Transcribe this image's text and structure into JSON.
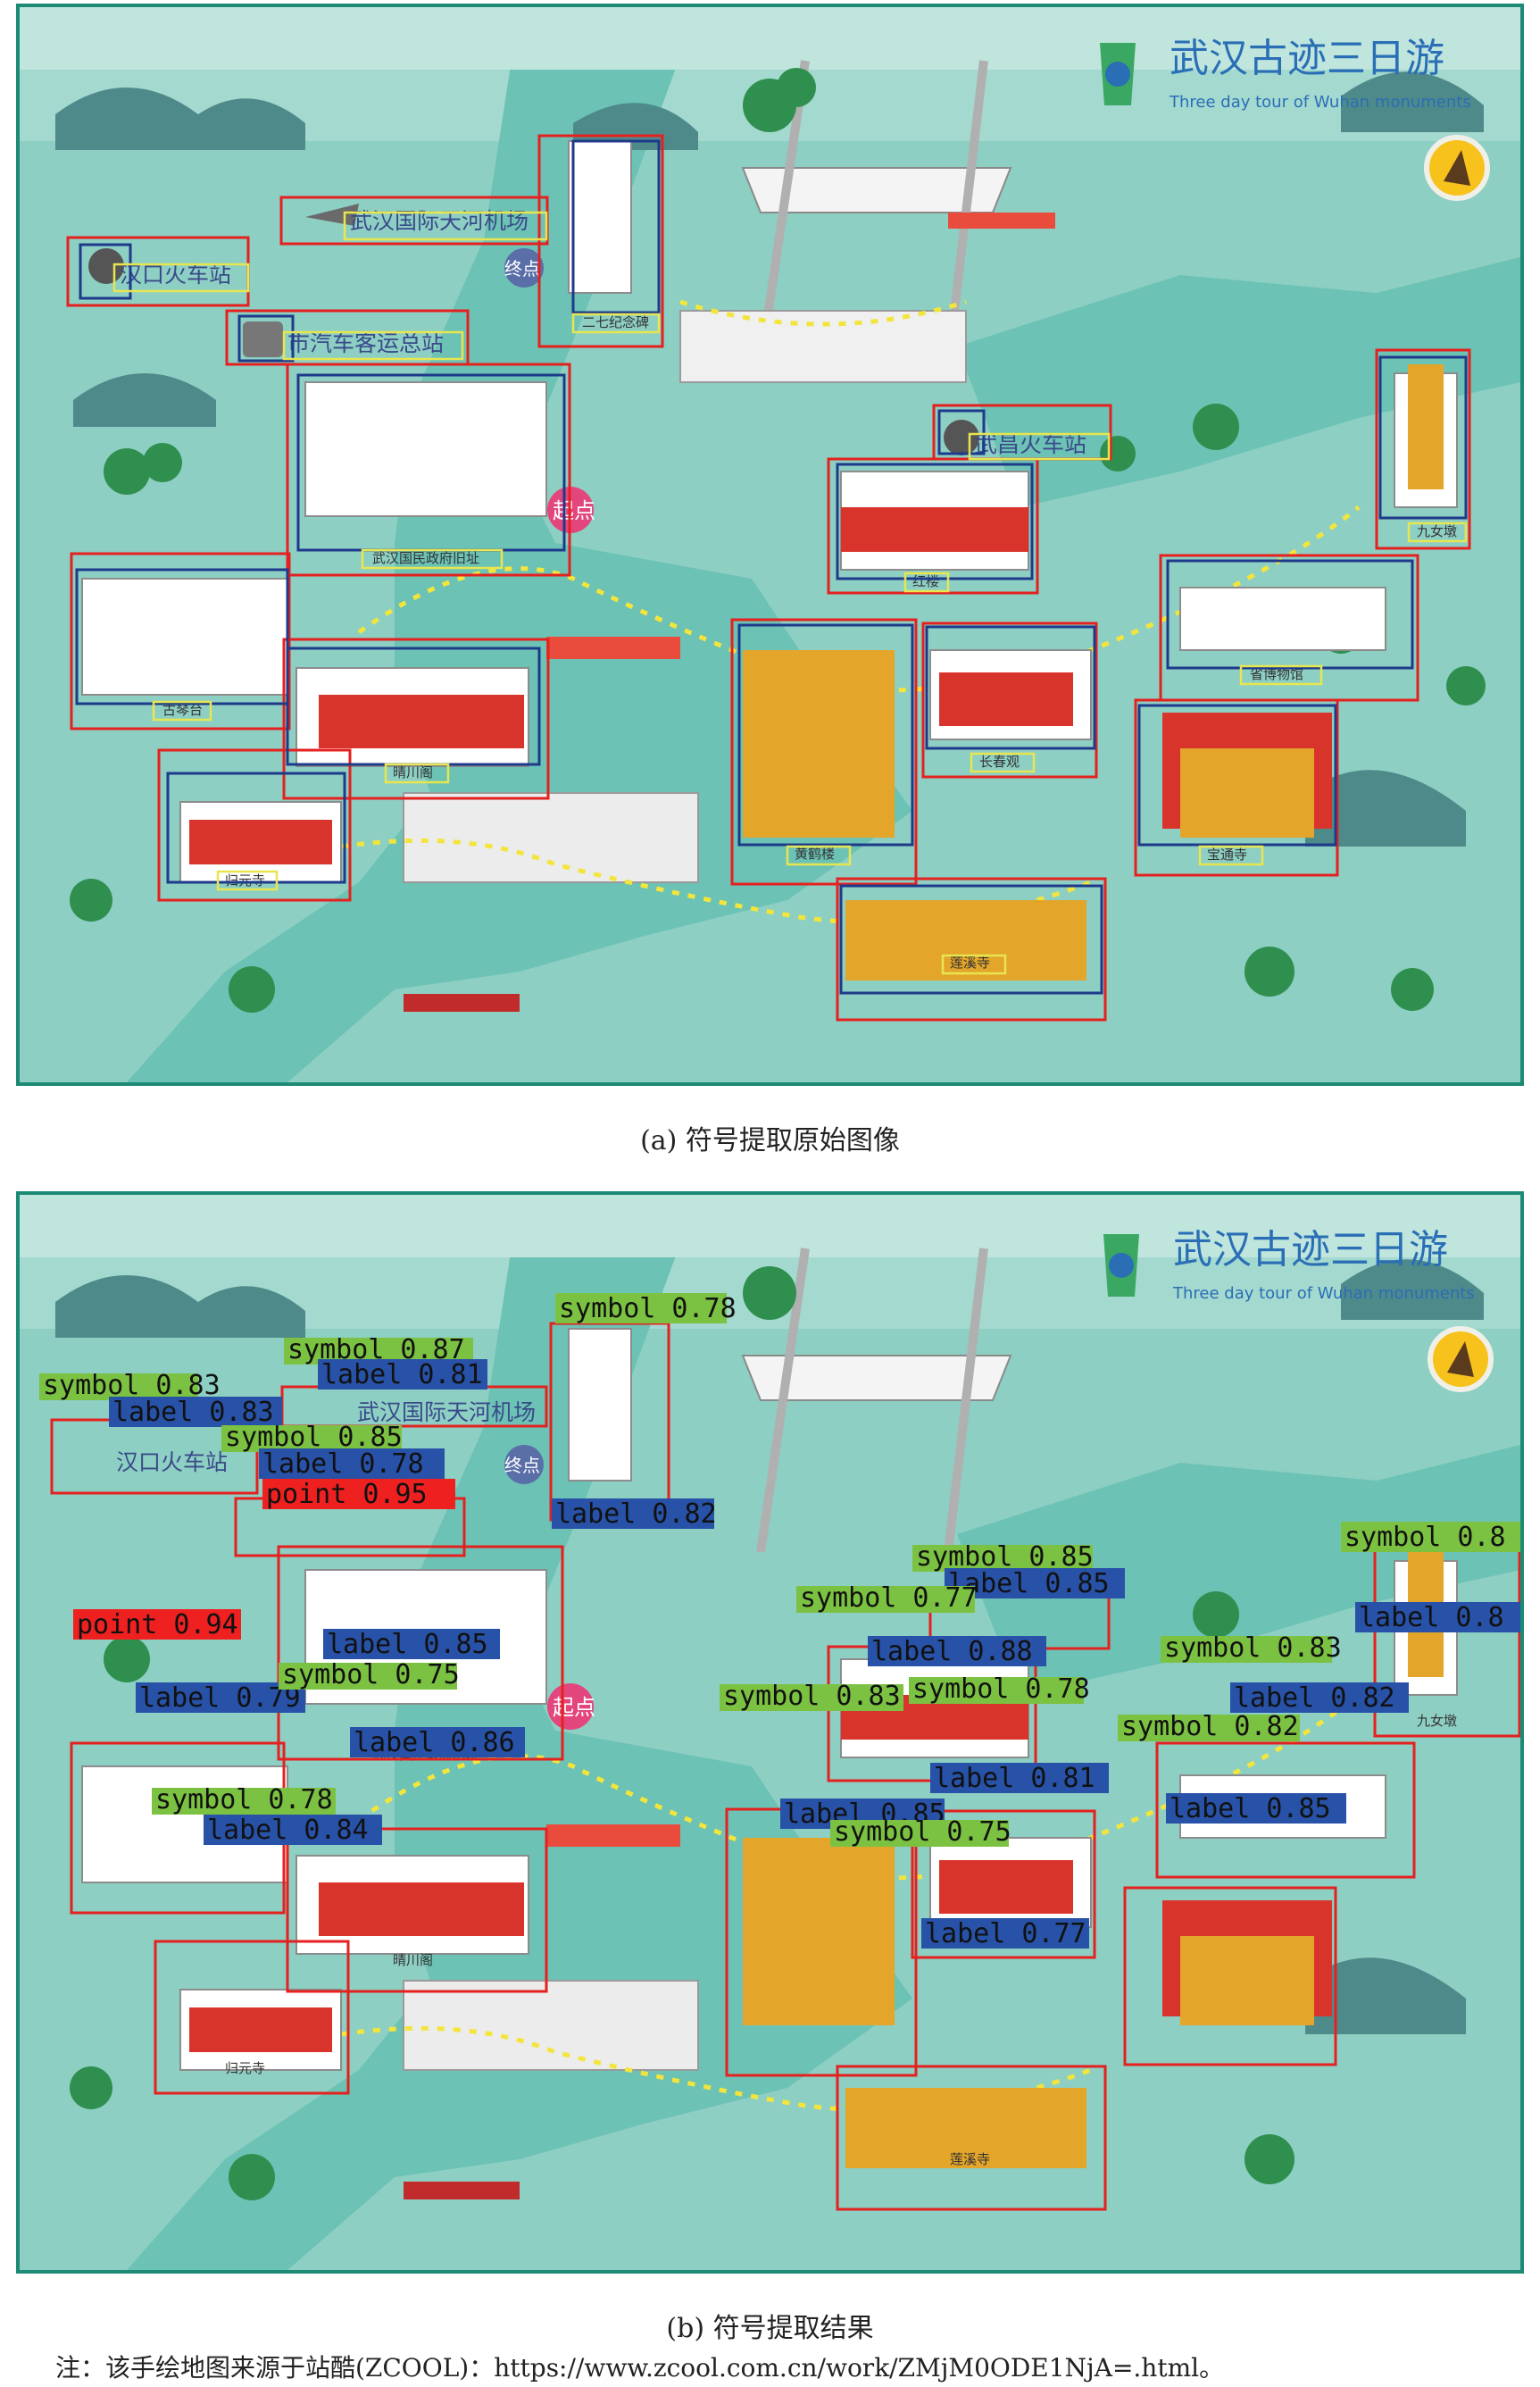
{
  "map": {
    "title_cn": "武汉古迹三日游",
    "title_en": "Three day tour of Wuhan monuments",
    "places": {
      "airport": "武汉国际天河机场",
      "hankou_station": "汉口火车站",
      "bus_station": "市汽车客运总站",
      "monument_27": "二七纪念碑",
      "govt_site": "武汉国民政府旧址",
      "wuchang_station": "武昌火车站",
      "hongru": "红楼",
      "jiunvdun": "九女墩",
      "guqintai": "古琴台",
      "qingchuan": "晴川阁",
      "guiyuan": "归元寺",
      "museum": "省博物馆",
      "changchun": "长春观",
      "huanghelou": "黄鹤楼",
      "baotong": "宝通寺",
      "lianxi": "莲溪寺"
    },
    "markers": {
      "start": "起点",
      "end": "终点"
    }
  },
  "captions": {
    "a": "(a) 符号提取原始图像",
    "b": "(b) 符号提取结果",
    "note": "注：该手绘地图来源于站酷(ZCOOL)：https://www.zcool.com.cn/work/ZMjM0ODE1NjA=.html。"
  },
  "colors": {
    "frame": "#1c8a74",
    "land": "#a4d9cf",
    "river": "#6cc2b4",
    "box_red": "#e4211f",
    "box_navy": "#1e3a8a",
    "box_yellow": "#e8e650",
    "det_symbol": "#7cc242",
    "det_label": "#2752a8",
    "det_point": "#ee2020"
  },
  "detections": [
    {
      "text": "symbol 0.78"
    },
    {
      "text": "symbol 0.87"
    },
    {
      "text": "label 0.81"
    },
    {
      "text": "symbol 0.83"
    },
    {
      "text": "label 0.83"
    },
    {
      "text": "symbol 0.85"
    },
    {
      "text": "label 0.78"
    },
    {
      "text": "point 0.95"
    },
    {
      "text": "label 0.82"
    },
    {
      "text": "label 0.85"
    },
    {
      "text": "point 0.94"
    },
    {
      "text": "label 0.79"
    },
    {
      "text": "symbol 0.75"
    },
    {
      "text": "label 0.86"
    },
    {
      "text": "symbol 0.78"
    },
    {
      "text": "label 0.84"
    },
    {
      "text": "symbol 0.85"
    },
    {
      "text": "label 0.85"
    },
    {
      "text": "symbol 0.77"
    },
    {
      "text": "label 0.88"
    },
    {
      "text": "symbol 0.8"
    },
    {
      "text": "label 0.8"
    },
    {
      "text": "symbol 0.83"
    },
    {
      "text": "label 0.82"
    },
    {
      "text": "symbol 0.83"
    },
    {
      "text": "symbol 0.78"
    },
    {
      "text": "label 0.81"
    },
    {
      "text": "symbol 0.82"
    },
    {
      "text": "label 0.85"
    },
    {
      "text": "label 0.85"
    },
    {
      "text": "symbol 0.75"
    },
    {
      "text": "label 0.77"
    }
  ]
}
